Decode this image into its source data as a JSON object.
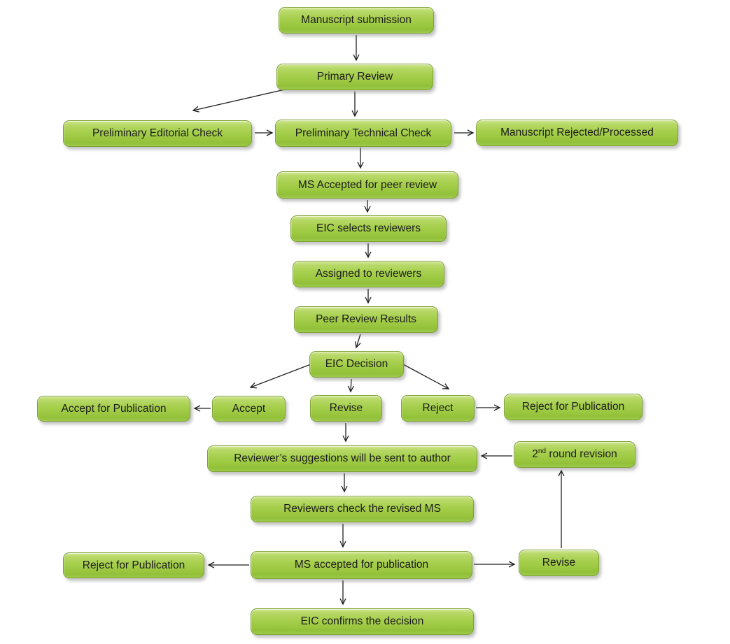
{
  "theme": {
    "background": "#ffffff",
    "box_fill_light": "#d4e796",
    "box_fill_mid": "#a8d04f",
    "box_fill_dark": "#92c039",
    "box_border": "#7da135",
    "text_color": "#1c1c1c",
    "arrow_color": "#1f1f1f"
  },
  "nodes": {
    "manuscript_submission": "Manuscript submission",
    "primary_review": "Primary Review",
    "preliminary_editorial_check": "Preliminary Editorial Check",
    "preliminary_technical_check": "Preliminary Technical Check",
    "manuscript_rejected_processed": "Manuscript Rejected/Processed",
    "ms_accepted_for_peer_review": "MS Accepted for peer review",
    "eic_selects_reviewers": "EIC selects reviewers",
    "assigned_to_reviewers": "Assigned to reviewers",
    "peer_review_results": "Peer Review Results",
    "eic_decision": "EIC Decision",
    "accept_for_publication": "Accept  for Publication",
    "accept": "Accept",
    "revise": "Revise",
    "reject": "Reject",
    "reject_for_publication": "Reject for Publication",
    "reviewers_suggestions": "Reviewer’s suggestions will be sent to author",
    "second_round_revision_base": "2",
    "second_round_revision_sup": "nd",
    "second_round_revision_rest": " round revision",
    "reviewers_check_revised_ms": "Reviewers check the revised MS",
    "reject_for_publication_bottom": "Reject for Publication",
    "ms_accepted_for_publication": "MS accepted for publication",
    "revise_bottom": "Revise",
    "eic_confirms_decision": "EIC confirms the decision"
  },
  "edges": [
    {
      "from": "manuscript_submission",
      "to": "primary_review"
    },
    {
      "from": "primary_review",
      "to": "preliminary_editorial_check"
    },
    {
      "from": "primary_review",
      "to": "preliminary_technical_check"
    },
    {
      "from": "preliminary_editorial_check",
      "to": "preliminary_technical_check"
    },
    {
      "from": "preliminary_technical_check",
      "to": "manuscript_rejected_processed"
    },
    {
      "from": "preliminary_technical_check",
      "to": "ms_accepted_for_peer_review"
    },
    {
      "from": "ms_accepted_for_peer_review",
      "to": "eic_selects_reviewers"
    },
    {
      "from": "eic_selects_reviewers",
      "to": "assigned_to_reviewers"
    },
    {
      "from": "assigned_to_reviewers",
      "to": "peer_review_results"
    },
    {
      "from": "peer_review_results",
      "to": "eic_decision"
    },
    {
      "from": "eic_decision",
      "to": "accept"
    },
    {
      "from": "eic_decision",
      "to": "revise"
    },
    {
      "from": "eic_decision",
      "to": "reject"
    },
    {
      "from": "accept",
      "to": "accept_for_publication"
    },
    {
      "from": "reject",
      "to": "reject_for_publication"
    },
    {
      "from": "revise",
      "to": "reviewers_suggestions"
    },
    {
      "from": "second_round_revision",
      "to": "reviewers_suggestions"
    },
    {
      "from": "reviewers_suggestions",
      "to": "reviewers_check_revised_ms"
    },
    {
      "from": "reviewers_check_revised_ms",
      "to": "ms_accepted_for_publication"
    },
    {
      "from": "ms_accepted_for_publication",
      "to": "reject_for_publication_bottom"
    },
    {
      "from": "ms_accepted_for_publication",
      "to": "revise_bottom"
    },
    {
      "from": "revise_bottom",
      "to": "second_round_revision"
    },
    {
      "from": "ms_accepted_for_publication",
      "to": "eic_confirms_decision"
    }
  ]
}
